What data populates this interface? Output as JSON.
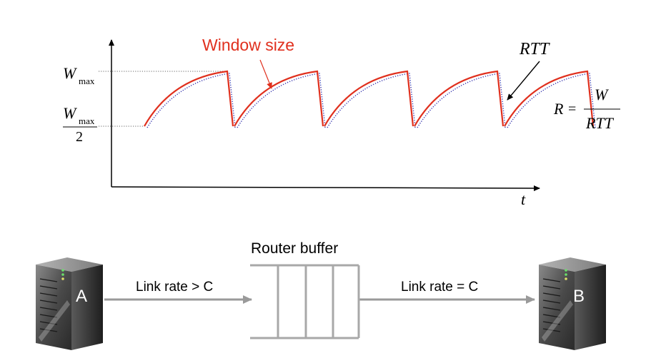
{
  "plot": {
    "title": "Window size",
    "x_axis_label": "t",
    "y_tick_top_main": "W",
    "y_tick_top_sub": "max",
    "y_tick_half_main": "W",
    "y_tick_half_sub": "max",
    "y_tick_half_denominator": "2",
    "rtt_label": "RTT",
    "formula_lhs": "R",
    "formula_equals": "=",
    "formula_numerator": "W",
    "formula_denominator": "RTT",
    "colors": {
      "window": "#e0301e",
      "rtt": "#3a3ab0",
      "axis": "#000000"
    },
    "cycles": 5
  },
  "network": {
    "host_a_label": "A",
    "host_b_label": "B",
    "left_link_label": "Link rate > C",
    "right_link_label": "Link rate = C",
    "buffer_label": "Router buffer",
    "buffer_slots": 4,
    "link_color": "#9a9a9a"
  }
}
